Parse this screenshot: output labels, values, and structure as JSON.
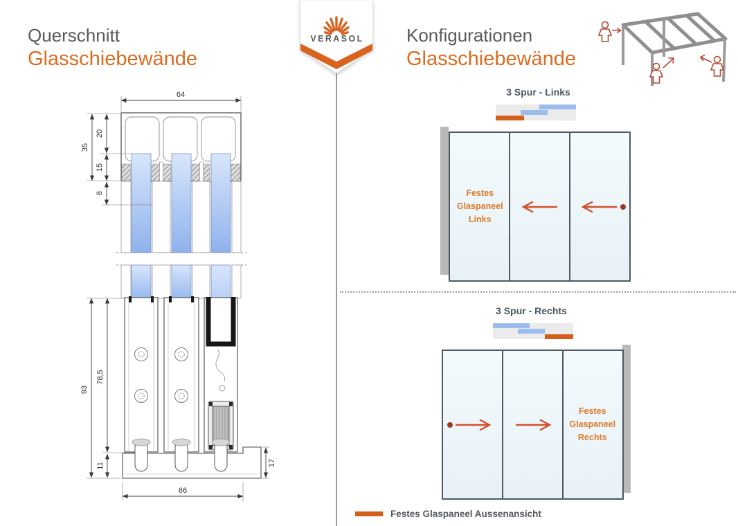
{
  "left_section": {
    "title_line1": "Querschnitt",
    "title_line2": "Glasschiebewände",
    "dims": {
      "top_width": "64",
      "rail_total_height": "35",
      "rail_upper": "20",
      "rail_lower": "15",
      "drop_below_rail": "8",
      "lower_total_height": "93",
      "profile_height": "78,5",
      "track_inset": "11",
      "bottom_width": "66",
      "track_right_height": "17"
    }
  },
  "logo": {
    "brand": "VERASOL"
  },
  "right_section": {
    "title_line1": "Konfigurationen",
    "title_line2": "Glasschiebewände",
    "configs": [
      {
        "heading": "3 Spur - Links",
        "fixed_panel_label": "Festes Glaspaneel Links"
      },
      {
        "heading": "3 Spur - Rechts",
        "fixed_panel_label": "Festes Glaspaneel Rechts"
      }
    ],
    "legend": {
      "label": "Festes Glaspaneel Aussenansicht"
    }
  },
  "colors": {
    "accent_orange": "#dd6b20",
    "arrow_orange": "#d4502b",
    "track_orange": "#d2601a",
    "glass_blue": "#9dbcee",
    "title_gray": "#58595b",
    "heading_slate": "#4a5560"
  }
}
